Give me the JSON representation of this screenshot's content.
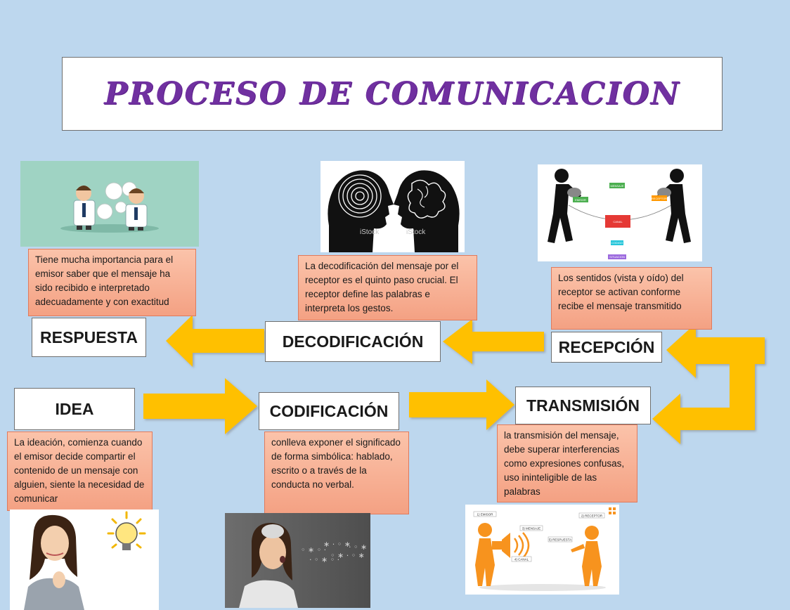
{
  "title": "PROCESO DE COMUNICACION",
  "stages": {
    "respuesta": {
      "label": "RESPUESTA",
      "description": "Tiene mucha importancia para el emisor saber que el mensaje ha sido recibido e interpretado adecuadamente y con exactitud"
    },
    "decodificacion": {
      "label": "DECODIFICACIÓN",
      "description": "La decodificación del mensaje por el receptor es el quinto paso crucial. El receptor define las palabras e interpreta los gestos."
    },
    "recepcion": {
      "label": "RECEPCIÓN",
      "description": "Los sentidos (vista y oído) del receptor se activan conforme recibe el mensaje transmitido"
    },
    "idea": {
      "label": "IDEA",
      "description": "La ideación, comienza cuando el emisor decide compartir el contenido de un mensaje con alguien, siente la necesidad de comunicar"
    },
    "codificacion": {
      "label": "CODIFICACIÓN",
      "description": "conlleva exponer el significado de forma simbólica: hablado, escrito o a través de la conducta no verbal."
    },
    "transmision": {
      "label": "TRANSMISIÓN",
      "description": "la transmisión del mensaje, debe superar interferencias como expresiones confusas, uso ininteligible de las palabras"
    }
  },
  "image_labels": {
    "stock_watermark": "iStock",
    "recepcion_diagram": [
      "MENSAJE",
      "EMISOR",
      "RECEPTOR",
      "CANAL",
      "CODIGO",
      "SITUACION"
    ],
    "transmision_diagram": [
      "1) EMISOR",
      "2) RECEPTOR",
      "3) MENSAJE",
      "5) RESPUESTA",
      "4) CANAL"
    ]
  },
  "colors": {
    "background": "#bdd7ee",
    "title": "#7030a0",
    "arrow": "#ffc000",
    "desc_box": "#f4a183"
  }
}
